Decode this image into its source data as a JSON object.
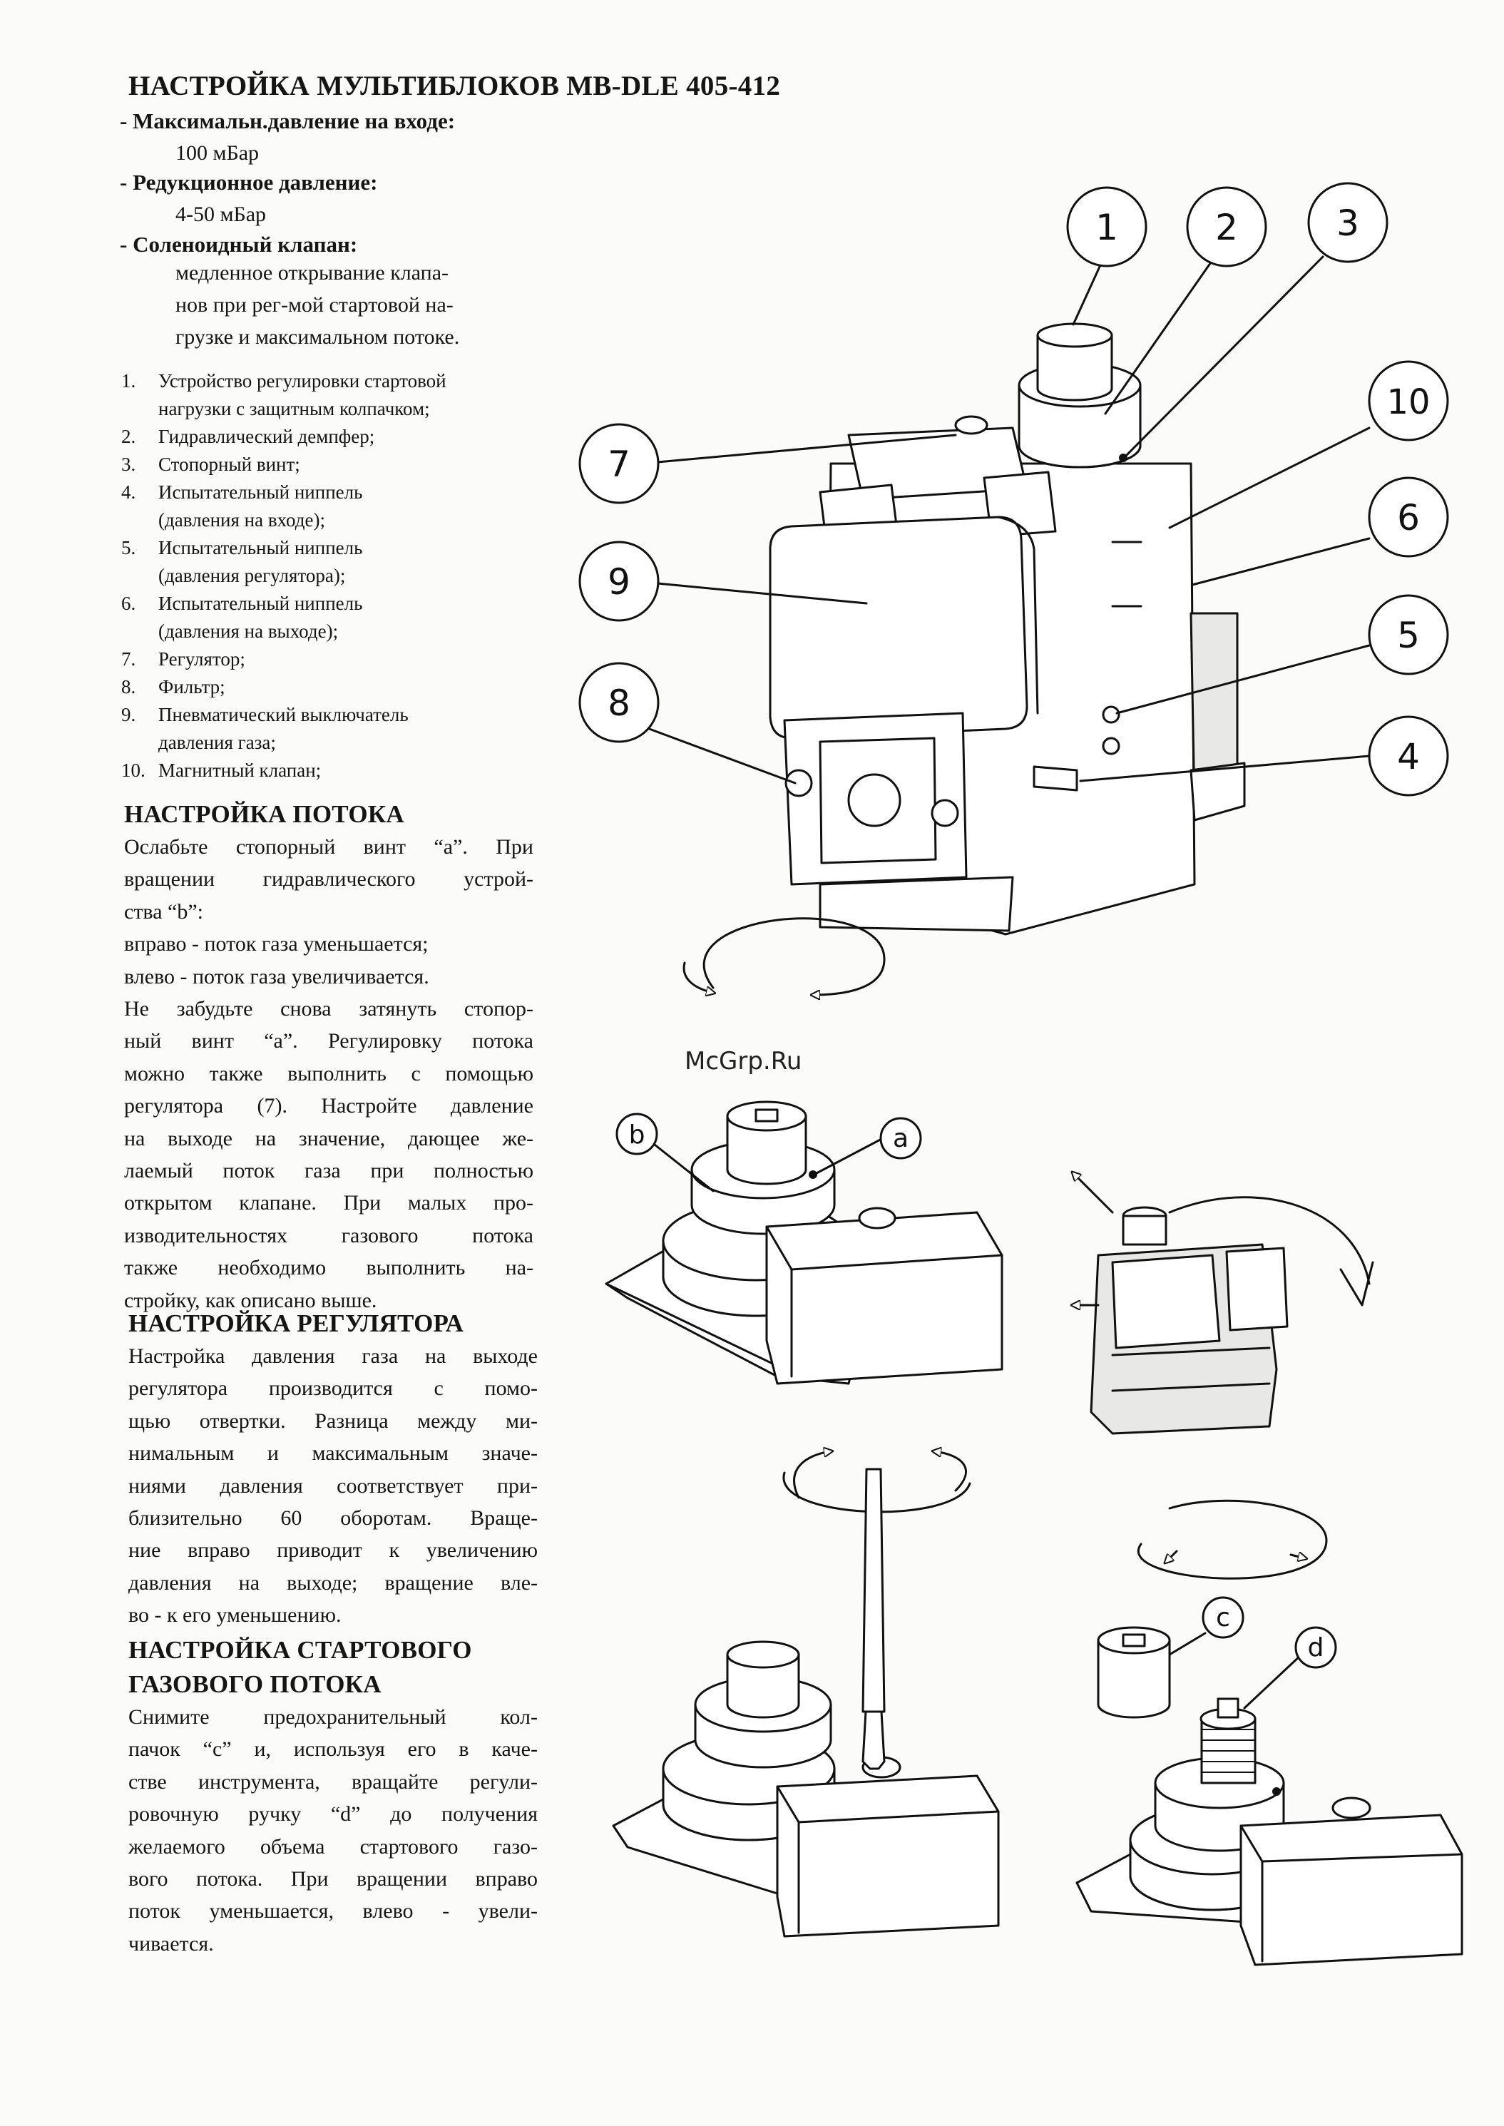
{
  "title": "НАСТРОЙКА МУЛЬТИБЛОКОВ MB-DLE 405-412",
  "specs": [
    {
      "label": "- Максимальн.давление на входе:",
      "value": "100 мБар"
    },
    {
      "label": "- Редукционное давление:",
      "value": "4-50 мБар"
    },
    {
      "label": "- Соленоидный клапан:",
      "value_lines": [
        "медленное открывание клапа-",
        "нов при рег-мой стартовой на-",
        "грузке и максимальном потоке."
      ]
    }
  ],
  "parts": [
    {
      "num": "1.",
      "lines": [
        "Устройство регулировки стартовой",
        "нагрузки с защитным колпачком;"
      ]
    },
    {
      "num": "2.",
      "lines": [
        "Гидравлический демпфер;"
      ]
    },
    {
      "num": "3.",
      "lines": [
        "Стопорный винт;"
      ]
    },
    {
      "num": "4.",
      "lines": [
        "Испытательный ниппель",
        "(давления на входе);"
      ]
    },
    {
      "num": "5.",
      "lines": [
        "Испытательный ниппель",
        "(давления регулятора);"
      ]
    },
    {
      "num": "6.",
      "lines": [
        "Испытательный ниппель",
        "(давления на выходе);"
      ]
    },
    {
      "num": "7.",
      "lines": [
        "Регулятор;"
      ]
    },
    {
      "num": "8.",
      "lines": [
        "Фильтр;"
      ]
    },
    {
      "num": "9.",
      "lines": [
        "Пневматический выключатель",
        "давления газа;"
      ]
    },
    {
      "num": "10.",
      "lines": [
        "Магнитный клапан;"
      ]
    }
  ],
  "sections": {
    "flow": {
      "heading": "НАСТРОЙКА ПОТОКА",
      "lines": [
        "Ослабьте стопорный винт “a”. При",
        "вращении гидравлического устрой-",
        "ства “b”:",
        "вправо - поток газа уменьшается;",
        "влево   - поток газа увеличивается.",
        "Не забудьте снова затянуть стопор-",
        "ный винт “a”. Регулировку потока",
        "можно также выполнить с помощью",
        "регулятора (7). Настройте давление",
        "на выходе на значение, дающее же-",
        "лаемый поток газа при полностью",
        "открытом клапане. При малых про-",
        "изводительностях газового потока",
        "также необходимо выполнить на-",
        "стройку, как описано выше."
      ]
    },
    "regulator": {
      "heading": "НАСТРОЙКА РЕГУЛЯТОРА",
      "lines": [
        "Настройка давления газа на выходе",
        "регулятора производится с помо-",
        "щью отвертки. Разница между ми-",
        "нимальным и максимальным значе-",
        "ниями давления соответствует при-",
        "близительно 60 оборотам. Враще-",
        "ние вправо приводит к увеличению",
        "давления на выходе; вращение вле-",
        "во - к его уменьшению."
      ]
    },
    "start": {
      "heading_lines": [
        "НАСТРОЙКА СТАРТОВОГО",
        "ГАЗОВОГО ПОТОКА"
      ],
      "lines": [
        "Снимите предохранительный кол-",
        "пачок “c” и, используя его в каче-",
        "стве инструмента, вращайте регули-",
        "ровочную ручку “d” до получения",
        "желаемого объема стартового газо-",
        "вого потока. При вращении вправо",
        "поток уменьшается, влево - увели-",
        "чивается."
      ]
    }
  },
  "callouts": [
    "1",
    "2",
    "3",
    "4",
    "5",
    "6",
    "7",
    "8",
    "9",
    "10"
  ],
  "detail_labels": {
    "a": "a",
    "b": "b",
    "c": "c",
    "d": "d"
  },
  "watermark": "McGrp.Ru"
}
